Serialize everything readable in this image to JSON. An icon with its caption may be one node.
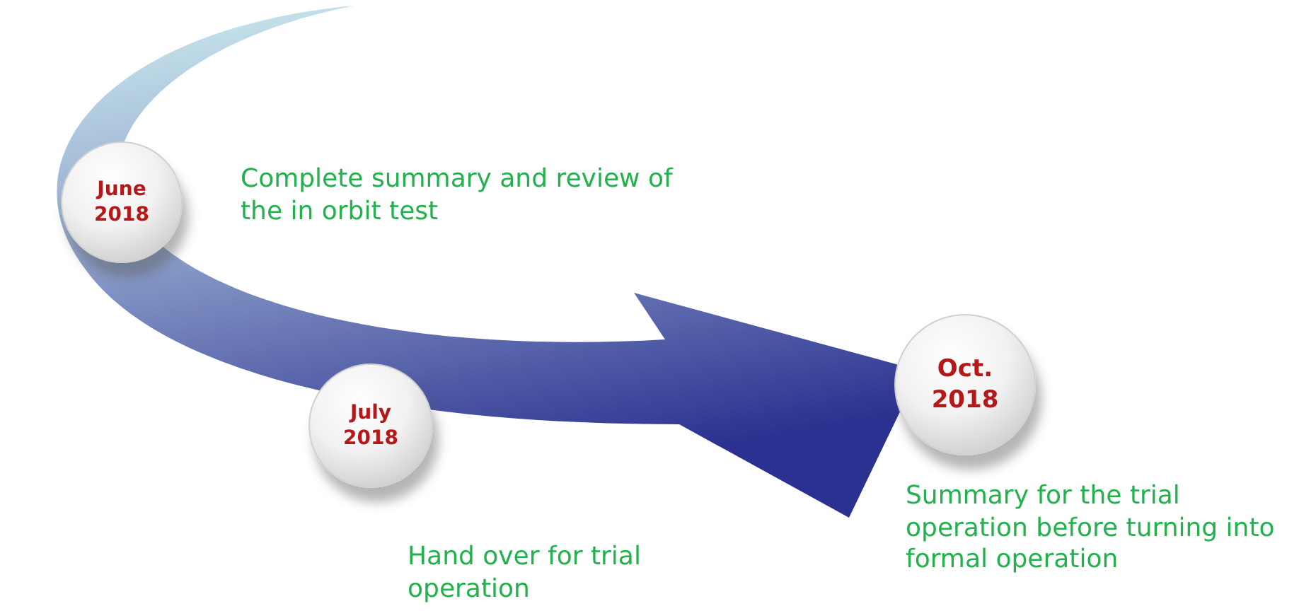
{
  "diagram": {
    "nodes": [
      {
        "text": [
          "June 2018"
        ],
        "beside": [
          "Complete summary and review of the in orbit test"
        ]
      },
      {
        "text": [
          "July 2018"
        ],
        "beside": [
          "Hand over for trial operation"
        ]
      },
      {
        "text": [
          "Oct. 2018"
        ],
        "beside": [
          "Summary for the trial operation  before turning into formal operation"
        ]
      }
    ]
  }
}
